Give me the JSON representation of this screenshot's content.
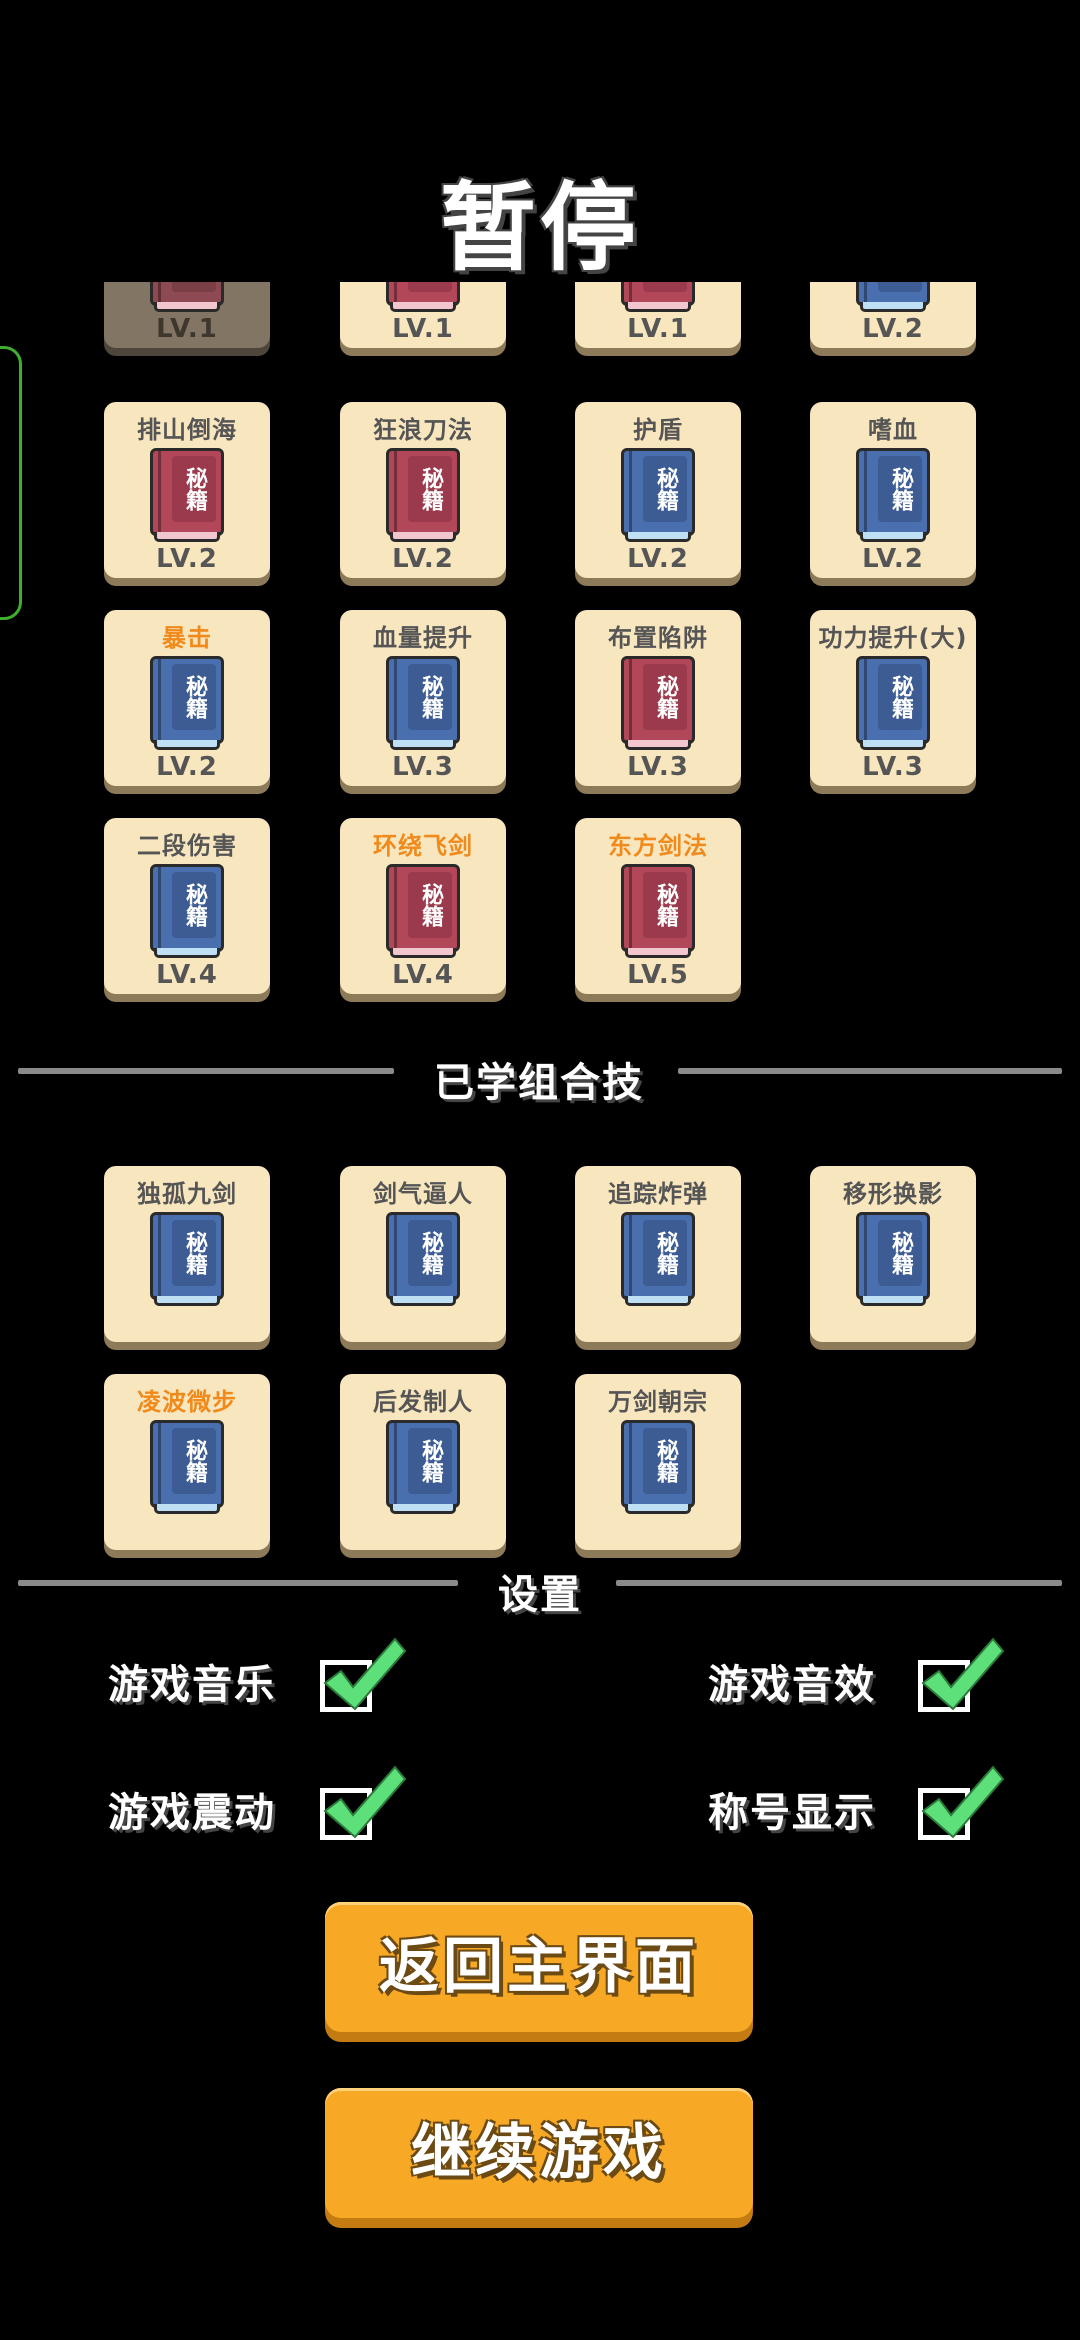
{
  "title": "暂停",
  "book_glyph": "秘籍",
  "learned_skills": [
    {
      "name": "",
      "level": "LV.1",
      "color": "red",
      "highlight": false,
      "dim": true
    },
    {
      "name": "",
      "level": "LV.1",
      "color": "red",
      "highlight": false,
      "dim": false
    },
    {
      "name": "",
      "level": "LV.1",
      "color": "red",
      "highlight": false,
      "dim": false
    },
    {
      "name": "",
      "level": "LV.2",
      "color": "blue",
      "highlight": false,
      "dim": false
    },
    {
      "name": "排山倒海",
      "level": "LV.2",
      "color": "red",
      "highlight": false,
      "dim": false
    },
    {
      "name": "狂浪刀法",
      "level": "LV.2",
      "color": "red",
      "highlight": false,
      "dim": false
    },
    {
      "name": "护盾",
      "level": "LV.2",
      "color": "blue",
      "highlight": false,
      "dim": false
    },
    {
      "name": "嗜血",
      "level": "LV.2",
      "color": "blue",
      "highlight": false,
      "dim": false
    },
    {
      "name": "暴击",
      "level": "LV.2",
      "color": "blue",
      "highlight": true,
      "dim": false
    },
    {
      "name": "血量提升",
      "level": "LV.3",
      "color": "blue",
      "highlight": false,
      "dim": false
    },
    {
      "name": "布置陷阱",
      "level": "LV.3",
      "color": "red",
      "highlight": false,
      "dim": false
    },
    {
      "name": "功力提升(大)",
      "level": "LV.3",
      "color": "blue",
      "highlight": false,
      "dim": false
    },
    {
      "name": "二段伤害",
      "level": "LV.4",
      "color": "blue",
      "highlight": false,
      "dim": false
    },
    {
      "name": "环绕飞剑",
      "level": "LV.4",
      "color": "red",
      "highlight": true,
      "dim": false
    },
    {
      "name": "东方剑法",
      "level": "LV.5",
      "color": "red",
      "highlight": true,
      "dim": false
    }
  ],
  "combo_section_title": "已学组合技",
  "combo_skills": [
    {
      "name": "独孤九剑",
      "color": "blue",
      "highlight": false
    },
    {
      "name": "剑气逼人",
      "color": "blue",
      "highlight": false
    },
    {
      "name": "追踪炸弹",
      "color": "blue",
      "highlight": false
    },
    {
      "name": "移形换影",
      "color": "blue",
      "highlight": false
    },
    {
      "name": "凌波微步",
      "color": "blue",
      "highlight": true
    },
    {
      "name": "后发制人",
      "color": "blue",
      "highlight": false
    },
    {
      "name": "万剑朝宗",
      "color": "blue",
      "highlight": false
    }
  ],
  "settings_title": "设置",
  "settings": [
    {
      "label": "游戏音乐",
      "checked": true
    },
    {
      "label": "游戏音效",
      "checked": true
    },
    {
      "label": "游戏震动",
      "checked": true
    },
    {
      "label": "称号显示",
      "checked": true
    }
  ],
  "buttons": {
    "main_menu": "返回主界面",
    "continue": "继续游戏"
  },
  "colors": {
    "highlight": "#f08a1a",
    "button": "#f7a825",
    "check": "#5de07a",
    "card": "#f8e6bf"
  }
}
